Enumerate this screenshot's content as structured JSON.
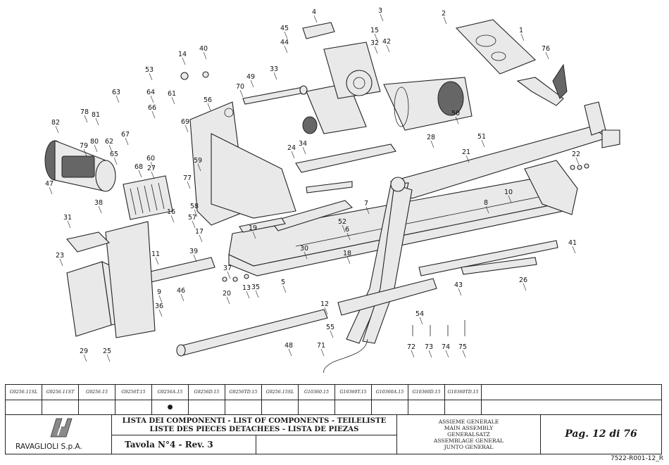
{
  "drawing": {
    "callouts": [
      "1",
      "2",
      "3",
      "4",
      "5",
      "6",
      "7",
      "8",
      "9",
      "10",
      "11",
      "12",
      "13",
      "14",
      "15",
      "16",
      "17",
      "18",
      "19",
      "20",
      "21",
      "22",
      "23",
      "24",
      "25",
      "26",
      "27",
      "28",
      "29",
      "30",
      "31",
      "32",
      "33",
      "34",
      "35",
      "36",
      "37",
      "38",
      "39",
      "40",
      "41",
      "42",
      "43",
      "44",
      "45",
      "46",
      "47",
      "48",
      "49",
      "50",
      "51",
      "52",
      "53",
      "54",
      "55",
      "56",
      "57",
      "58",
      "59",
      "60",
      "61",
      "62",
      "63",
      "64",
      "65",
      "66",
      "67",
      "68",
      "69",
      "70",
      "71",
      "72",
      "73",
      "74",
      "75",
      "76",
      "77",
      "78",
      "79",
      "80",
      "81",
      "82"
    ]
  },
  "codes": {
    "models": [
      "G9256.11SL",
      "G9256.11ST",
      "G9256.15",
      "G9256T.15",
      "G9256A.15",
      "G9256D.15",
      "G9256TD.15",
      "G9256.15SL",
      "G10360.15",
      "G10360T.15",
      "G10360A.15",
      "G10360D.15",
      "G10360TD.15"
    ],
    "marker": "●"
  },
  "titleblock": {
    "company": "RAVAGLIOLI S.p.A.",
    "list_line1": "LISTA DEI COMPONENTI - LIST OF COMPONENTS - TEILELISTE",
    "list_line2": "LISTE DES PIECES DETACHEES - LISTA DE PIEZAS",
    "table": "Tavola N°4 - Rev. 3",
    "assembly": [
      "ASSIEME GENERALE",
      "MAIN ASSEMBLY",
      "GENERALSATZ",
      "ASSEMBLAGE GENERAL",
      "JUNTO GENERAL"
    ],
    "page": "Pag. 12 di 76",
    "doc_ref": "7522-R001-12_R"
  }
}
